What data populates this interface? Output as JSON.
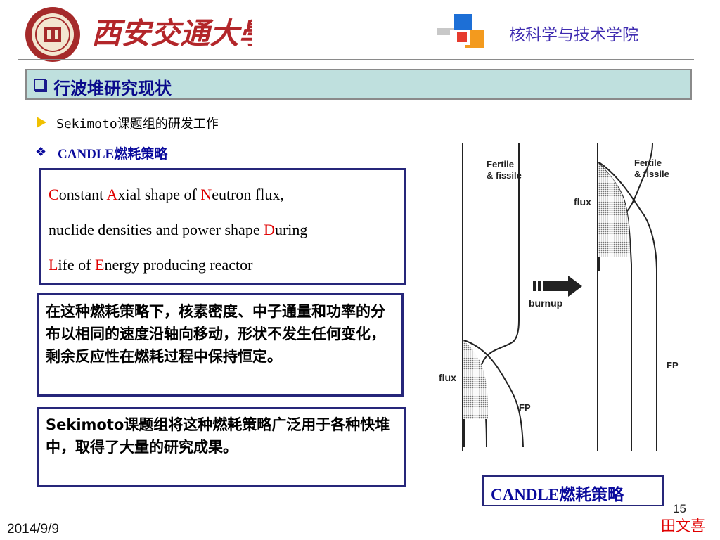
{
  "header": {
    "university_name": "西安交通大學",
    "college": "核科学与技术学院",
    "colors": {
      "seal": "#a52a2a",
      "calligraphy": "#b3262a",
      "college_text": "#3e2bb0"
    }
  },
  "title": {
    "text": "行波堆研究现状",
    "icon": "checkbox-icon",
    "bar_color": "#bfe0de"
  },
  "bullets": [
    {
      "icon": "arrow-bullet-icon",
      "text": "Sekimoto课题组的研发工作"
    },
    {
      "icon": "diamond-bullet-icon",
      "text": "CANDLE燃耗策略"
    }
  ],
  "candle_definition": {
    "line1": {
      "l1": "C",
      "t1": "onstant ",
      "l2": "A",
      "t2": "xial shape of ",
      "l3": "N",
      "t3": "eutron flux,"
    },
    "line2": {
      "t1": "nuclide densities and power shape ",
      "l1": "D",
      "t2": "uring"
    },
    "line3": {
      "l1": "L",
      "t1": "ife of  ",
      "l2": "E",
      "t2": "nergy producing reactor"
    }
  },
  "box_strategy": "在这种燃耗策略下，核素密度、中子通量和功率的分布以相同的速度沿轴向移动，形状不发生任何变化，剩余反应性在燃耗过程中保持恒定。",
  "box_result": "Sekimoto课题组将这种燃耗策略广泛用于各种快堆中，取得了大量的研究成果。",
  "figure": {
    "left_fertile_1": "Fertile",
    "left_fertile_2": "& fissile",
    "left_flux": "flux",
    "left_fp": "FP",
    "right_fertile_1": "Fertile",
    "right_fertile_2": "& fissile",
    "right_flux": "flux",
    "right_fp": "FP",
    "arrow_label": "burnup"
  },
  "caption": "CANDLE燃耗策略",
  "footer": {
    "page_number": "15",
    "author": "田文喜",
    "date": "2014/9/9"
  }
}
